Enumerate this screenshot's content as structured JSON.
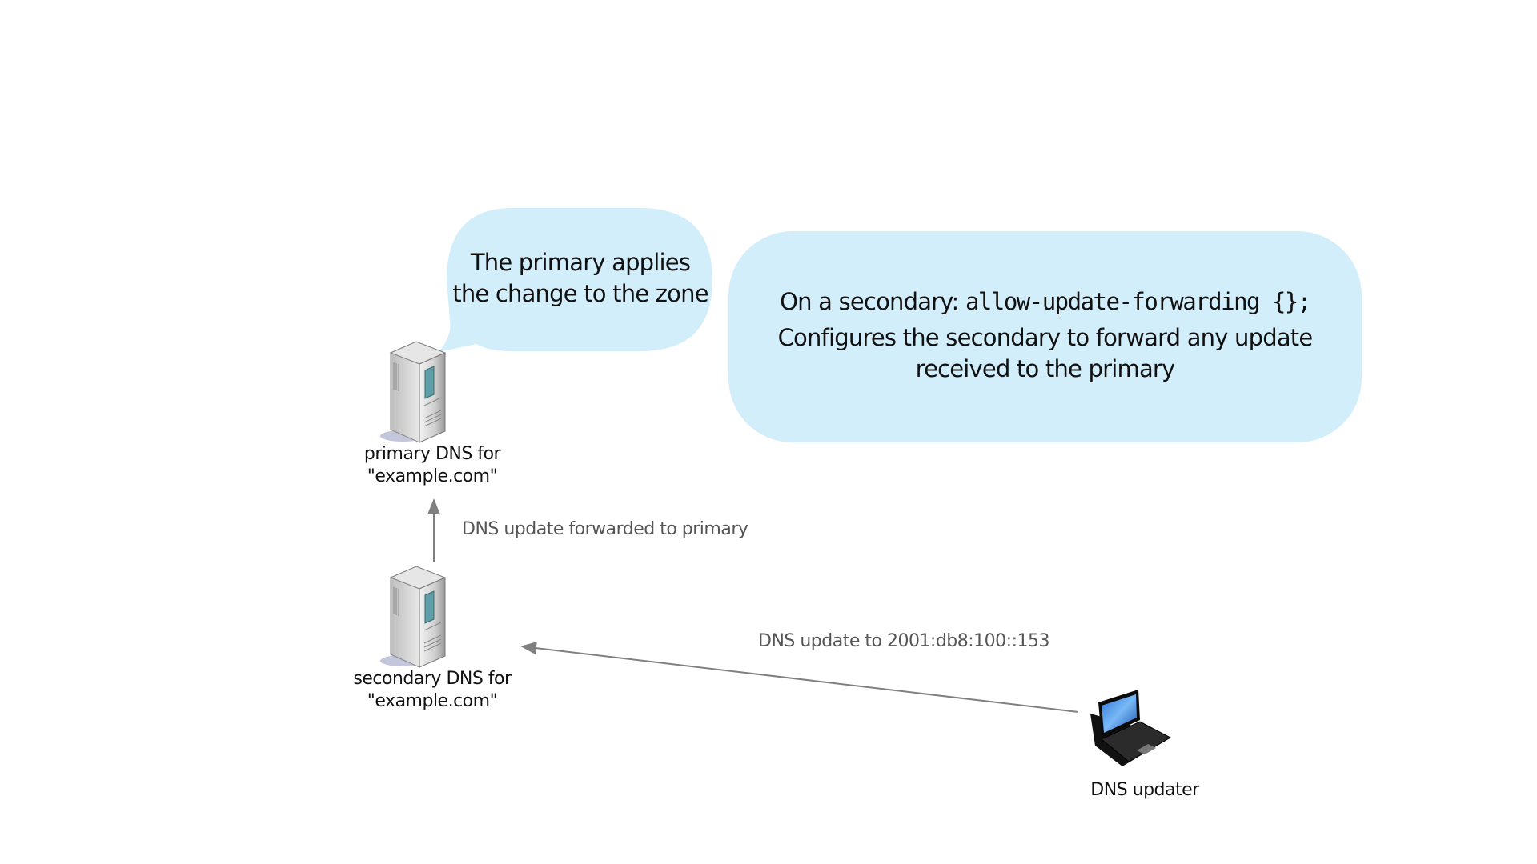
{
  "bubbles": {
    "primary_note": {
      "line1": "The primary applies",
      "line2": "the change to the zone"
    },
    "config_note": {
      "prefix": "On a secondary: ",
      "code": "allow-update-forwarding {};",
      "line2": "Configures the secondary to forward any update",
      "line3": "received to the primary"
    }
  },
  "nodes": {
    "primary": {
      "line1": "primary DNS for",
      "line2": "\"example.com\""
    },
    "secondary": {
      "line1": "secondary DNS for",
      "line2": "\"example.com\""
    },
    "updater": {
      "label": "DNS updater"
    }
  },
  "edges": {
    "forwarded": {
      "label": "DNS update forwarded to primary"
    },
    "update": {
      "label": "DNS update to 2001:db8:100::153"
    }
  },
  "colors": {
    "bubble_fill": "#d2eefb",
    "arrow": "#808080"
  }
}
